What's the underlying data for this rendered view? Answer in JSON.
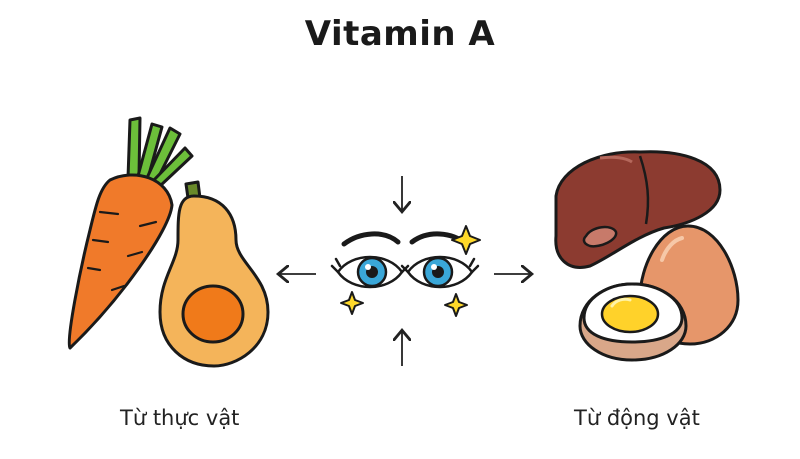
{
  "title": "Vitamin A",
  "captions": {
    "plant": "Từ thực vật",
    "animal": "Từ động vật"
  },
  "icons": [
    "carrot-icon",
    "butternut-squash-icon",
    "eyes-icon",
    "sparkle-icon",
    "liver-icon",
    "egg-icon",
    "boiled-egg-icon",
    "arrow-icon"
  ],
  "colors": {
    "carrot": "#f07a2a",
    "carrot_leaves": "#6cbf3a",
    "squash": "#f4b45a",
    "squash_core": "#f07a1a",
    "iris": "#3aa7d8",
    "sparkle": "#ffd92a",
    "liver": "#8c3b30",
    "egg_shell": "#e6966a",
    "yolk": "#ffd22a"
  }
}
